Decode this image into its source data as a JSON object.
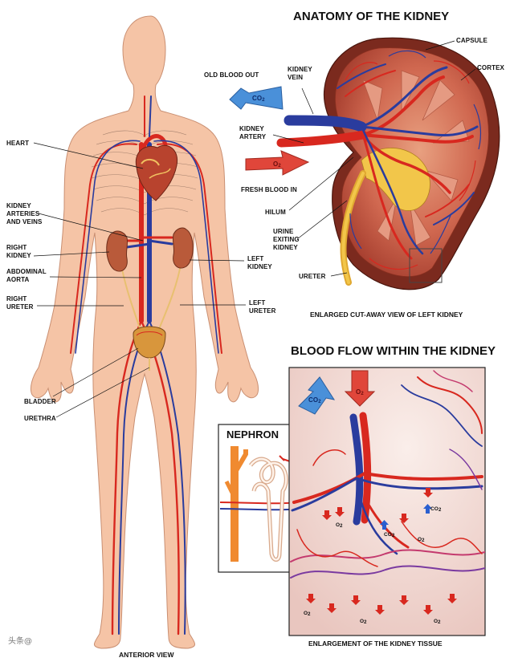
{
  "titles": {
    "anatomy": "ANATOMY OF THE KIDNEY",
    "blood_flow": "BLOOD FLOW WITHIN THE KIDNEY",
    "nephron": "NEPHRON"
  },
  "captions": {
    "enlarged_cutaway": "ENLARGED CUT-AWAY VIEW OF LEFT KIDNEY",
    "tissue": "ENLARGEMENT OF THE KIDNEY TISSUE",
    "anterior": "ANTERIOR VIEW"
  },
  "body_labels": {
    "heart": "HEART",
    "kidney_arteries_1": "KIDNEY",
    "kidney_arteries_2": "ARTERIES",
    "kidney_arteries_3": "AND VEINS",
    "right_kidney_1": "RIGHT",
    "right_kidney_2": "KIDNEY",
    "abdominal_aorta_1": "ABDOMINAL",
    "abdominal_aorta_2": "AORTA",
    "right_ureter_1": "RIGHT",
    "right_ureter_2": "URETER",
    "left_kidney_1": "LEFT",
    "left_kidney_2": "KIDNEY",
    "left_ureter_1": "LEFT",
    "left_ureter_2": "URETER",
    "bladder": "BLADDER",
    "urethra": "URETHRA"
  },
  "kidney_labels": {
    "old_blood_out": "OLD BLOOD OUT",
    "kidney_vein_1": "KIDNEY",
    "kidney_vein_2": "VEIN",
    "kidney_artery_1": "KIDNEY",
    "kidney_artery_2": "ARTERY",
    "fresh_blood_in": "FRESH BLOOD IN",
    "hilum": "HILUM",
    "urine_1": "URINE",
    "urine_2": "EXITING",
    "urine_3": "KIDNEY",
    "ureter": "URETER",
    "capsule": "CAPSULE",
    "cortex": "CORTEX"
  },
  "gas_labels": {
    "co2": "CO",
    "co2_sub": "2",
    "o2": "O",
    "o2_sub": "2"
  },
  "watermark": "头条@",
  "colors": {
    "skin": "#f5c4a6",
    "artery": "#d8281f",
    "vein": "#2a3c9e",
    "kidney": "#c8553c",
    "tissue_bg": "#f3dcd6",
    "co2_arrow": "#4a90d9",
    "o2_arrow": "#e0463a"
  },
  "icons": [
    "human-body-figure",
    "kidney-cross-section",
    "nephron-diagram",
    "tissue-capillaries"
  ]
}
